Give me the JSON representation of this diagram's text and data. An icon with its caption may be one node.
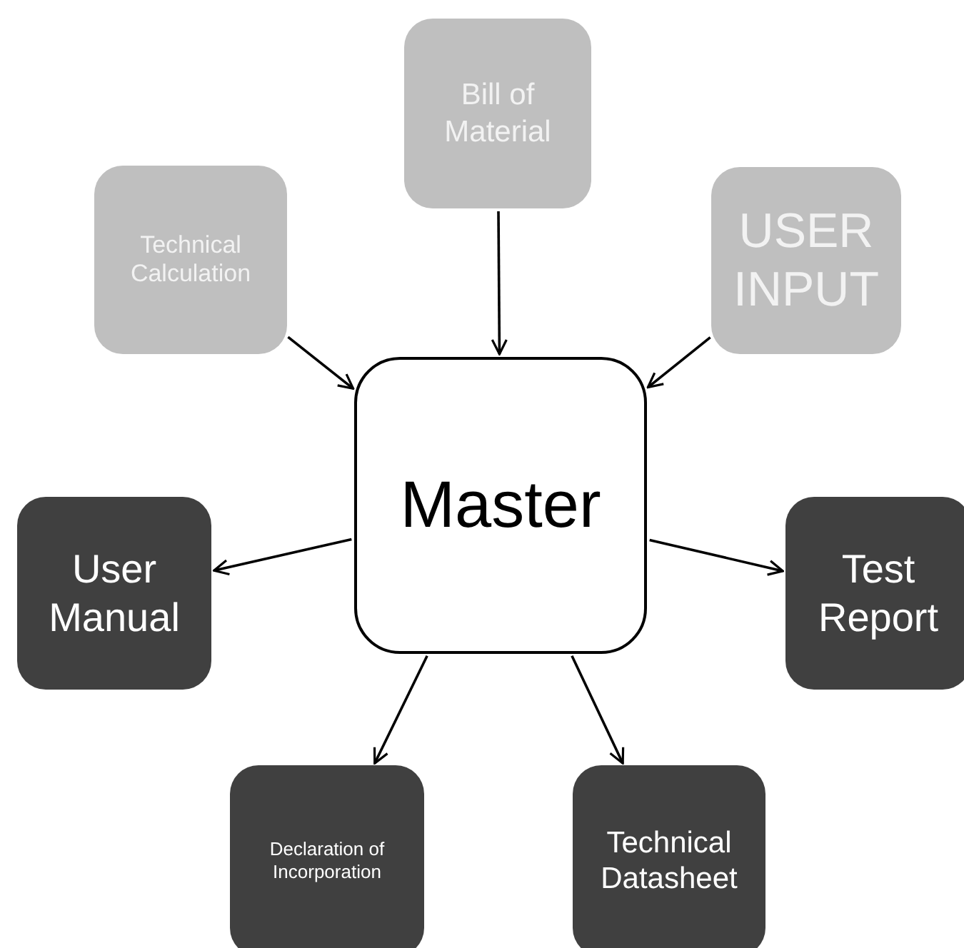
{
  "diagram": {
    "nodes": [
      {
        "text": [
          "Technical Calculation"
        ]
      },
      {
        "text": [
          "Bill of Material"
        ]
      },
      {
        "text": [
          "USER INPUT"
        ]
      },
      {
        "text": [
          "Master"
        ]
      },
      {
        "text": [
          "User Manual"
        ]
      },
      {
        "text": [
          "Test Report"
        ]
      },
      {
        "text": [
          "Declaration of Incorporation"
        ]
      },
      {
        "text": [
          "Technical Datasheet"
        ]
      }
    ],
    "edges": [
      {
        "from": 0,
        "to": 3,
        "arrow": "to"
      },
      {
        "from": 1,
        "to": 3,
        "arrow": "to"
      },
      {
        "from": 2,
        "to": 3,
        "arrow": "to"
      },
      {
        "from": 3,
        "to": 4,
        "arrow": "to"
      },
      {
        "from": 3,
        "to": 5,
        "arrow": "to"
      },
      {
        "from": 3,
        "to": 6,
        "arrow": "to"
      },
      {
        "from": 3,
        "to": 7,
        "arrow": "to"
      }
    ]
  }
}
